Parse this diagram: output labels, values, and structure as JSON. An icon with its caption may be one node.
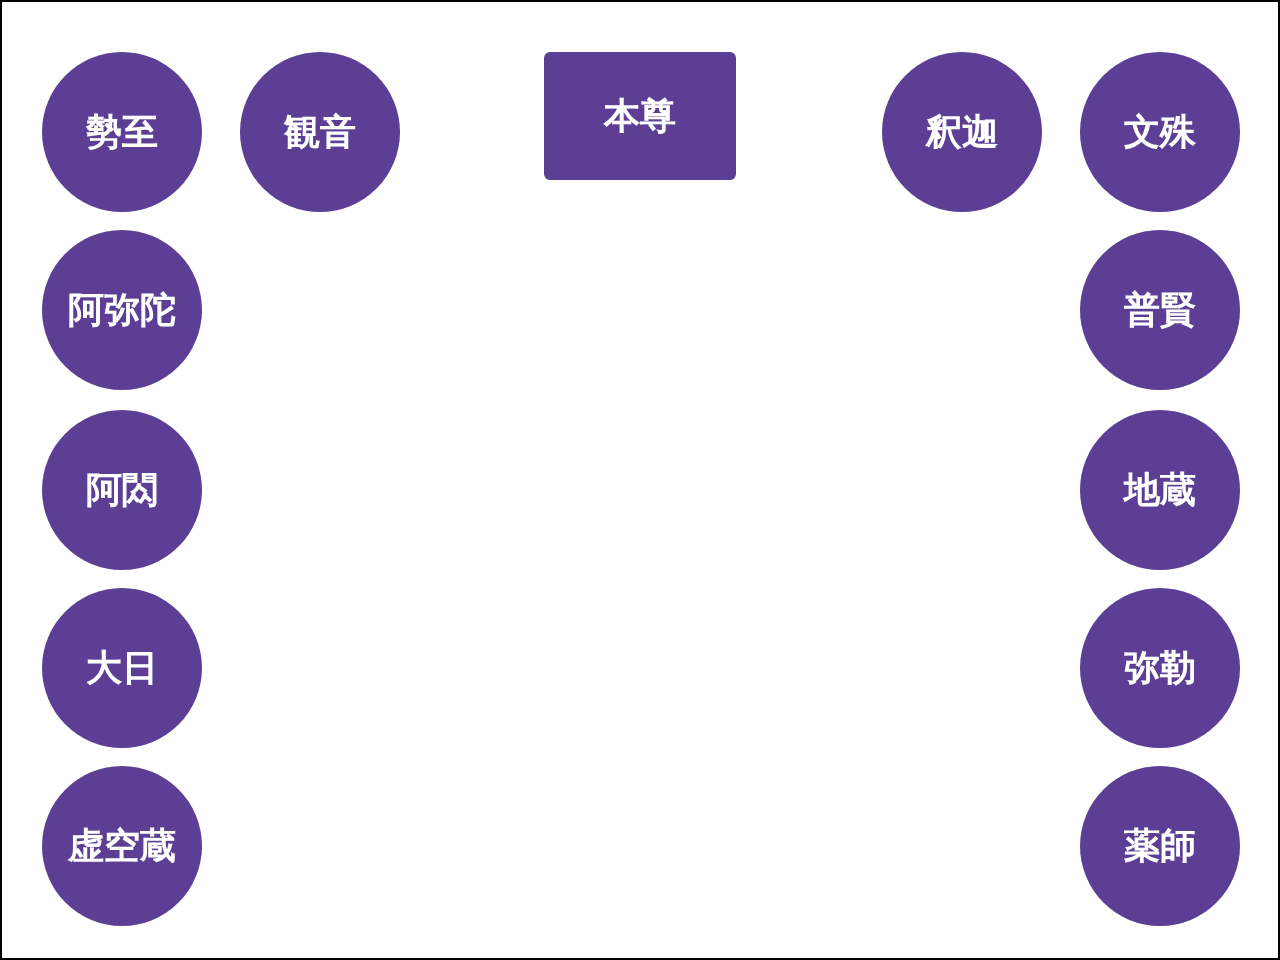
{
  "diagram": {
    "nodes": [
      {
        "text": [
          "勢至"
        ]
      },
      {
        "text": [
          "観音"
        ]
      },
      {
        "text": [
          "本尊"
        ]
      },
      {
        "text": [
          "釈迦"
        ]
      },
      {
        "text": [
          "文殊"
        ]
      },
      {
        "text": [
          "阿弥陀"
        ]
      },
      {
        "text": [
          "普賢"
        ]
      },
      {
        "text": [
          "阿閦"
        ]
      },
      {
        "text": [
          "地蔵"
        ]
      },
      {
        "text": [
          "大日"
        ]
      },
      {
        "text": [
          "弥勒"
        ]
      },
      {
        "text": [
          "虚空蔵"
        ]
      },
      {
        "text": [
          "薬師"
        ]
      }
    ]
  }
}
